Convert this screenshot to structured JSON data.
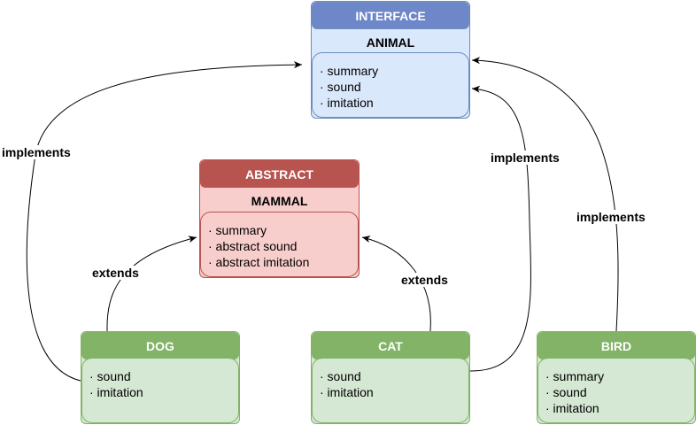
{
  "interface": {
    "stereotype": "INTERFACE",
    "name": "ANIMAL",
    "members": [
      "· summary",
      "· sound",
      "· imitation"
    ]
  },
  "abstract": {
    "stereotype": "ABSTRACT",
    "name": "MAMMAL",
    "members": [
      "· summary",
      "· abstract sound",
      "· abstract imitation"
    ]
  },
  "dog": {
    "name": "DOG",
    "members": [
      "· sound",
      "· imitation"
    ]
  },
  "cat": {
    "name": "CAT",
    "members": [
      "· sound",
      "· imitation"
    ]
  },
  "bird": {
    "name": "BIRD",
    "members": [
      "· summary",
      "· sound",
      "· imitation"
    ]
  },
  "edges": {
    "dog_implements": "implements",
    "dog_extends": "extends",
    "cat_implements": "implements",
    "cat_extends": "extends",
    "bird_implements": "implements"
  },
  "colors": {
    "interface_header": "#6d87c9",
    "interface_fill": "#dae8fc",
    "abstract_header": "#b85450",
    "abstract_fill": "#f8cecc",
    "concrete_header": "#82b366",
    "concrete_fill": "#d5e8d4"
  }
}
